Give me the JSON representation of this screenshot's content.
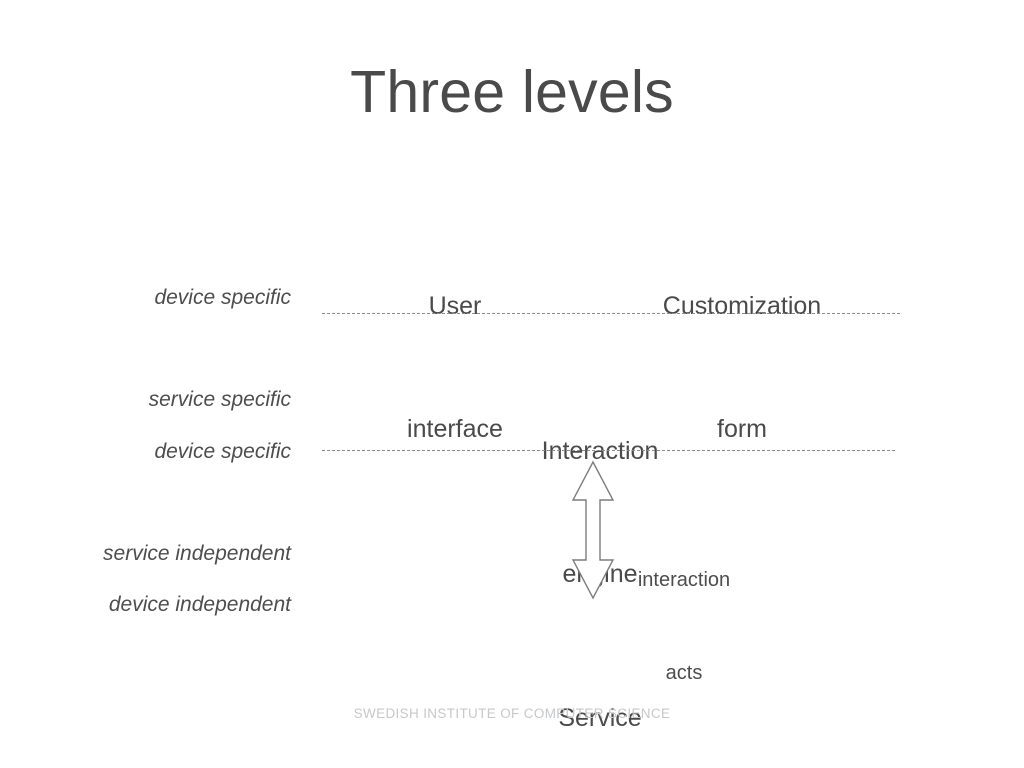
{
  "slide": {
    "title": "Three levels",
    "background_color": "#ffffff",
    "text_color": "#4a4a4a",
    "divider_color": "#8c8c8c",
    "footer_color": "#c6c8ca"
  },
  "levels": [
    {
      "label_line1": "device specific",
      "label_line2": "service specific",
      "blocks": [
        {
          "line1": "User",
          "line2": "interface"
        },
        {
          "line1": "Customization",
          "line2": "form"
        }
      ]
    },
    {
      "label_line1": "device specific",
      "label_line2": "service independent",
      "blocks": [
        {
          "line1": "Interaction",
          "line2": "engine"
        }
      ]
    },
    {
      "label_line1": "device independent",
      "label_line2": "",
      "blocks": [
        {
          "line1": "Service",
          "line2": ""
        }
      ]
    }
  ],
  "connector": {
    "icon": "double-headed-vertical-arrow",
    "label_line1": "interaction",
    "label_line2": "acts",
    "stroke_color": "#7d7d7d",
    "fill_color": "#ffffff"
  },
  "footer": {
    "text": "SWEDISH INSTITUTE OF COMPUTER SCIENCE"
  }
}
